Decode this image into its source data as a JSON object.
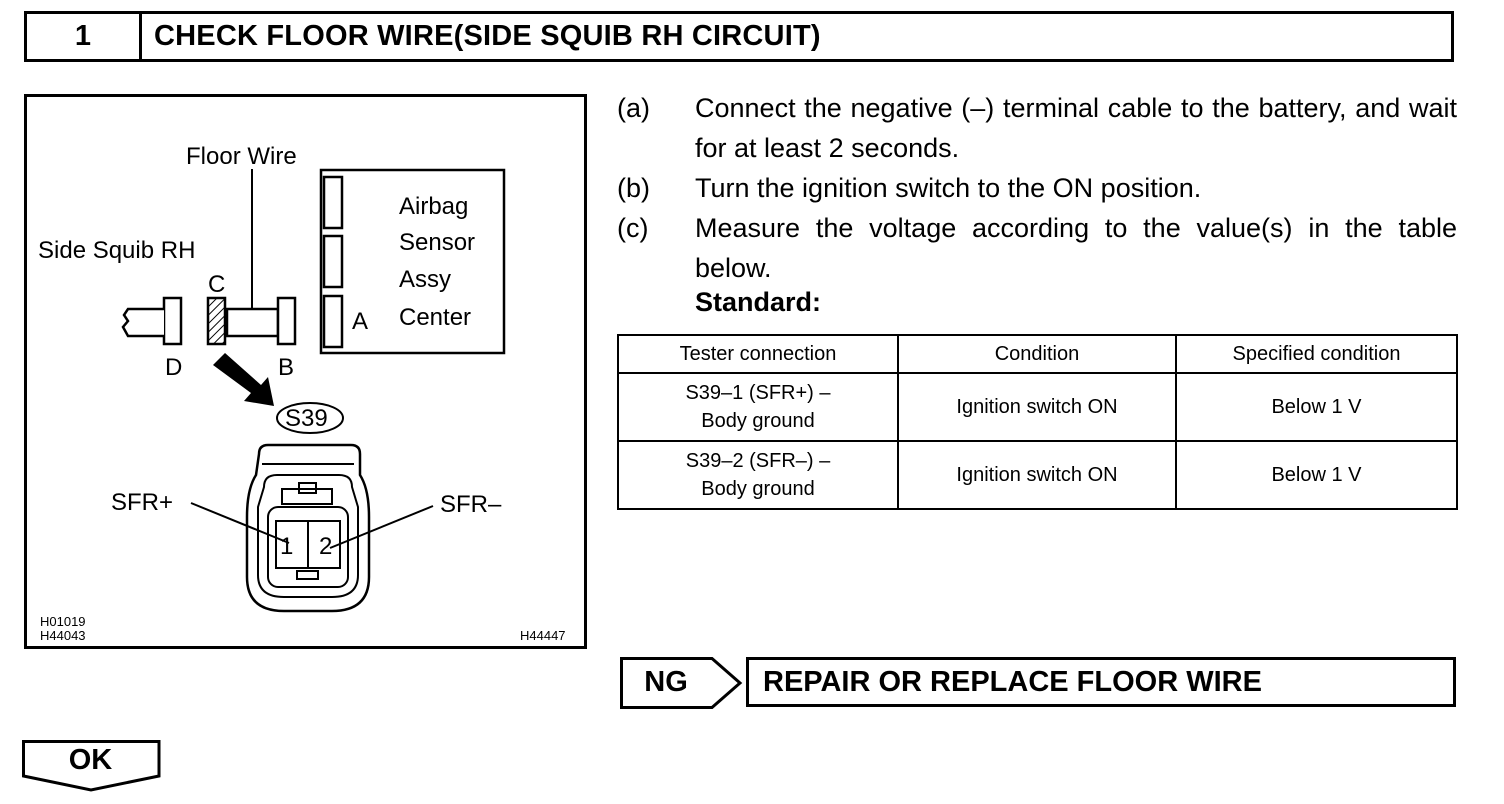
{
  "header": {
    "step_number": "1",
    "title": "CHECK FLOOR WIRE(SIDE SQUIB RH CIRCUIT)"
  },
  "figure": {
    "floor_wire": "Floor Wire",
    "airbag_line1": "Airbag",
    "airbag_line2": "Sensor",
    "airbag_line3": "Assy",
    "airbag_line4": "Center",
    "side_squib": "Side Squib RH",
    "conn_a": "A",
    "conn_b": "B",
    "conn_c": "C",
    "conn_d": "D",
    "connector_code": "S39",
    "pin_plus": "SFR+",
    "pin_minus": "SFR–",
    "pin1": "1",
    "pin2": "2",
    "code_line1": "H01019",
    "code_line2": "H44043",
    "code_right": "H44447"
  },
  "steps": [
    {
      "label": "(a)",
      "text": "Connect the negative (–) terminal cable to the battery, and wait for at least 2 seconds."
    },
    {
      "label": "(b)",
      "text": "Turn the ignition switch to the ON position."
    },
    {
      "label": "(c)",
      "text": "Measure the voltage according to the value(s) in the table below."
    }
  ],
  "standard_label": "Standard:",
  "table": {
    "headers": [
      "Tester connection",
      "Condition",
      "Specified condition"
    ],
    "rows": [
      {
        "conn_line1": "S39–1 (SFR+) –",
        "conn_line2": "Body ground",
        "condition": "Ignition switch ON",
        "spec": "Below 1 V"
      },
      {
        "conn_line1": "S39–2 (SFR–) –",
        "conn_line2": "Body ground",
        "condition": "Ignition switch ON",
        "spec": "Below 1 V"
      }
    ]
  },
  "ng": {
    "label": "NG",
    "action": "REPAIR OR REPLACE FLOOR WIRE"
  },
  "ok": {
    "label": "OK"
  }
}
